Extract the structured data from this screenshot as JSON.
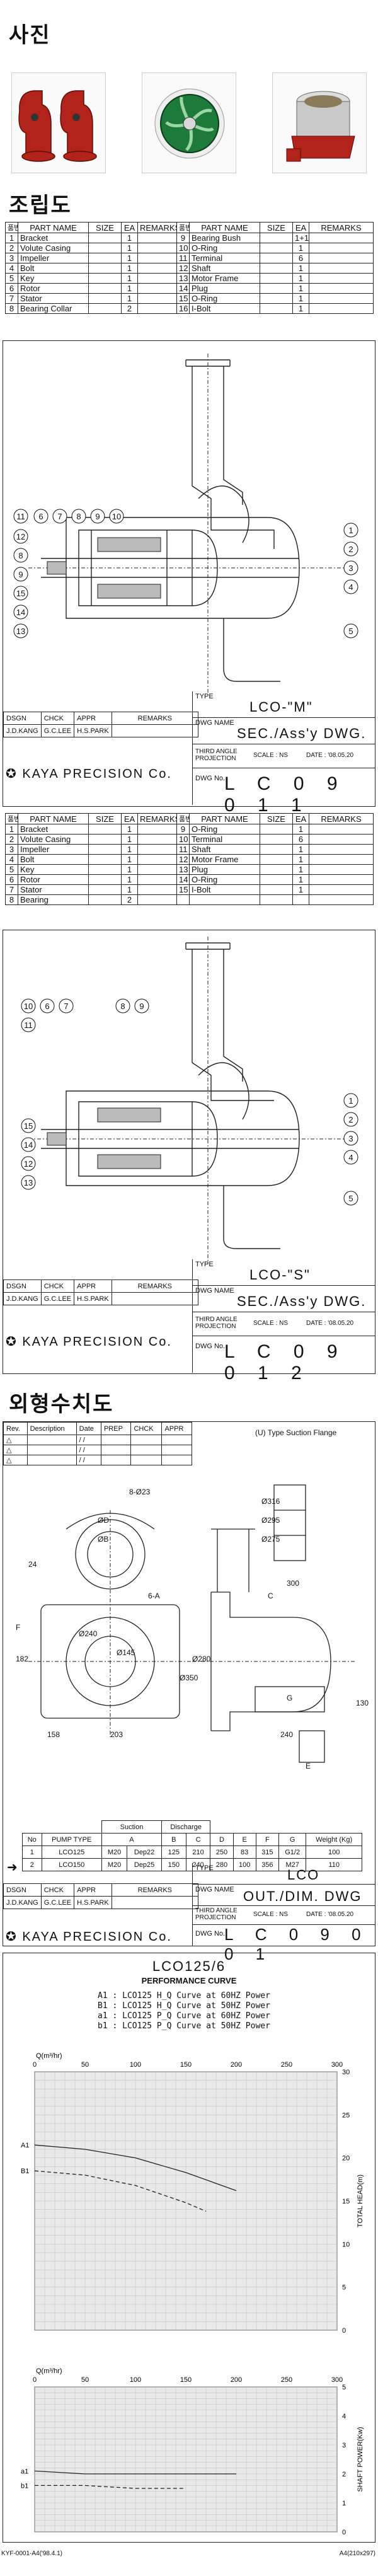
{
  "sections": {
    "photos_title": "사진",
    "assembly_title": "조립도",
    "dimensions_title": "외형수치도"
  },
  "parts_header": {
    "no": "품번\nNO",
    "name": "PART NAME",
    "size": "SIZE",
    "ea": "EA",
    "remarks": "REMARKS"
  },
  "parts_m_left": [
    {
      "no": "1",
      "name": "Bracket",
      "ea": "1"
    },
    {
      "no": "2",
      "name": "Volute Casing",
      "ea": "1"
    },
    {
      "no": "3",
      "name": "Impeller",
      "ea": "1"
    },
    {
      "no": "4",
      "name": "Bolt",
      "ea": "1"
    },
    {
      "no": "5",
      "name": "Key",
      "ea": "1"
    },
    {
      "no": "6",
      "name": "Rotor",
      "ea": "1"
    },
    {
      "no": "7",
      "name": "Stator",
      "ea": "1"
    },
    {
      "no": "8",
      "name": "Bearing Collar",
      "ea": "2"
    }
  ],
  "parts_m_right": [
    {
      "no": "9",
      "name": "Bearing Bush",
      "ea": "1+1"
    },
    {
      "no": "10",
      "name": "O-Ring",
      "ea": "1"
    },
    {
      "no": "11",
      "name": "Terminal",
      "ea": "6"
    },
    {
      "no": "12",
      "name": "Shaft",
      "ea": "1"
    },
    {
      "no": "13",
      "name": "Motor Frame",
      "ea": "1"
    },
    {
      "no": "14",
      "name": "Plug",
      "ea": "1"
    },
    {
      "no": "15",
      "name": "O-Ring",
      "ea": "1"
    },
    {
      "no": "16",
      "name": "I-Bolt",
      "ea": "1"
    }
  ],
  "parts_s_left": [
    {
      "no": "1",
      "name": "Bracket",
      "ea": "1"
    },
    {
      "no": "2",
      "name": "Volute Casing",
      "ea": "1"
    },
    {
      "no": "3",
      "name": "Impeller",
      "ea": "1"
    },
    {
      "no": "4",
      "name": "Bolt",
      "ea": "1"
    },
    {
      "no": "5",
      "name": "Key",
      "ea": "1"
    },
    {
      "no": "6",
      "name": "Rotor",
      "ea": "1"
    },
    {
      "no": "7",
      "name": "Stator",
      "ea": "1"
    },
    {
      "no": "8",
      "name": "Bearing",
      "ea": "2"
    }
  ],
  "parts_s_right": [
    {
      "no": "9",
      "name": "O-Ring",
      "ea": "1"
    },
    {
      "no": "10",
      "name": "Terminal",
      "ea": "6"
    },
    {
      "no": "11",
      "name": "Shaft",
      "ea": "1"
    },
    {
      "no": "12",
      "name": "Motor Frame",
      "ea": "1"
    },
    {
      "no": "13",
      "name": "Plug",
      "ea": "1"
    },
    {
      "no": "14",
      "name": "O-Ring",
      "ea": "1"
    },
    {
      "no": "15",
      "name": "I-Bolt",
      "ea": "1"
    },
    {
      "no": "",
      "name": "",
      "ea": ""
    }
  ],
  "title_block": {
    "type_label": "TYPE",
    "dwg_name_label": "DWG NAME",
    "projection_label": "THIRD ANGLE PROJECTION",
    "scale": "SCALE : NS",
    "date": "DATE : '08.05.20",
    "dwg_no_label": "DWG No.",
    "dsgn": "DSGN",
    "chck": "CHCK",
    "appr": "APPR",
    "remarks": "REMARKS",
    "dsgn_v": "J.D.KANG",
    "chck_v": "G.C.LEE",
    "appr_v": "H.S.PARK",
    "company": "KAYA PRECISION Co.",
    "m": {
      "type": "LCO-\"M\"",
      "name": "SEC./Ass'y DWG.",
      "no": "L C 0 9 0 1 1"
    },
    "s": {
      "type": "LCO-\"S\"",
      "name": "SEC./Ass'y DWG.",
      "no": "L C 0 9 0 1 2"
    },
    "d": {
      "type": "LCO",
      "name": "OUT./DIM. DWG",
      "no": "L C 0 9 0 0 1"
    }
  },
  "rev_table": {
    "headers": [
      "Rev.",
      "Description",
      "Date",
      "PREP",
      "CHCK",
      "APPR"
    ],
    "rows": [
      [
        "△",
        "",
        "/ /",
        "",
        "",
        ""
      ],
      [
        "△",
        "",
        "/ /",
        "",
        "",
        ""
      ],
      [
        "△",
        "",
        "/ /",
        "",
        "",
        ""
      ]
    ]
  },
  "dim_drawing": {
    "flange_caption": "(U) Type Suction Flange",
    "labels": [
      "8-Ø23",
      "ØD",
      "ØB",
      "6-A",
      "Ø240",
      "Ø145",
      "158",
      "203",
      "182",
      "300",
      "Ø280",
      "Ø350",
      "240",
      "130",
      "24",
      "F",
      "E",
      "C",
      "G",
      "Ø316",
      "Ø295",
      "Ø275"
    ]
  },
  "pump_table": {
    "group_suction": "Suction",
    "group_discharge": "Discharge",
    "headers": [
      "No",
      "PUMP TYPE",
      "A",
      "B",
      "C",
      "D",
      "E",
      "F",
      "G",
      "Weight (Kg)"
    ],
    "rows": [
      [
        "1",
        "LCO125",
        "M20",
        "Dep22",
        "125",
        "210",
        "250",
        "83",
        "315",
        "G1/2",
        "100"
      ],
      [
        "2",
        "LCO150",
        "M20",
        "Dep25",
        "150",
        "240",
        "280",
        "100",
        "356",
        "M27",
        "110"
      ]
    ]
  },
  "chart_data": {
    "type": "line",
    "title": "LCO125/6",
    "subtitle": "PERFORMANCE CURVE",
    "legend": [
      "A1 : LCO125 H_Q Curve at 60HZ Power",
      "B1 : LCO125 H_Q Curve at 50HZ Power",
      "a1 : LCO125 P_Q Curve at 60HZ Power",
      "b1 : LCO125 P_Q Curve at 50HZ Power"
    ],
    "xlabel": "Q(m³/hr)",
    "x_ticks": [
      "0",
      "50",
      "100",
      "150",
      "200",
      "250",
      "300"
    ],
    "xlim": [
      0,
      300
    ],
    "head_ylabel": "TOTAL HEAD(m)",
    "head_ticks": [
      "0",
      "5",
      "10",
      "15",
      "20",
      "25",
      "30"
    ],
    "head_ylim": [
      0,
      30
    ],
    "power_ylabel": "SHAFT POWER(Kw)",
    "power_ticks": [
      "0",
      "1",
      "2",
      "3",
      "4",
      "5"
    ],
    "power_ylim": [
      0,
      5
    ],
    "series_head": [
      {
        "name": "A1",
        "x": [
          0,
          50,
          100,
          150,
          200
        ],
        "y": [
          21.5,
          21,
          20,
          18.3,
          16.2
        ]
      },
      {
        "name": "B1",
        "x": [
          0,
          50,
          100,
          150,
          170
        ],
        "y": [
          18.5,
          18,
          16.8,
          14.8,
          13.8
        ]
      }
    ],
    "series_power": [
      {
        "name": "a1",
        "x": [
          0,
          50,
          100,
          150,
          200
        ],
        "y": [
          2.1,
          2.0,
          2.0,
          2.0,
          2.0
        ]
      },
      {
        "name": "b1",
        "x": [
          0,
          50,
          100,
          150
        ],
        "y": [
          1.6,
          1.6,
          1.5,
          1.5
        ]
      }
    ],
    "grid": true
  },
  "footer": {
    "left": "KYF-0001-A4('98.4.1)",
    "right": "A4(210x297)"
  }
}
